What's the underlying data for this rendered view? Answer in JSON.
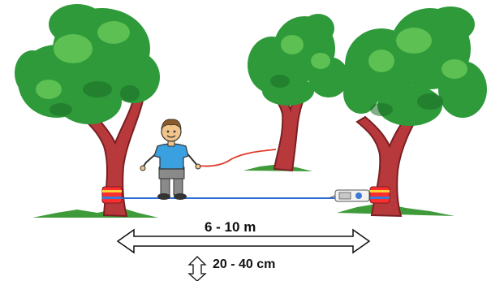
{
  "labels": {
    "length": "6 - 10 m",
    "height": "20 - 40 cm"
  },
  "colors": {
    "foliage": "#2e9a3a",
    "foliage_dark": "#1c6b24",
    "foliage_light": "#5cc052",
    "trunk": "#b7393c",
    "trunk_dark": "#7a1f22",
    "slackline": "#2b6fd6",
    "pull_rope": "#e23a2a",
    "tree_protector": "#ff2d2d",
    "protector_stripe": "#ffd23a",
    "shirt": "#3aa0e0",
    "pants": "#8a8a8a",
    "skin": "#f2c48a",
    "grass": "#3f9b3a"
  },
  "icons": {
    "length_arrow": "double-headed-horizontal-arrow",
    "height_arrow": "double-headed-vertical-arrow",
    "ratchet": "ratchet-tensioner"
  }
}
